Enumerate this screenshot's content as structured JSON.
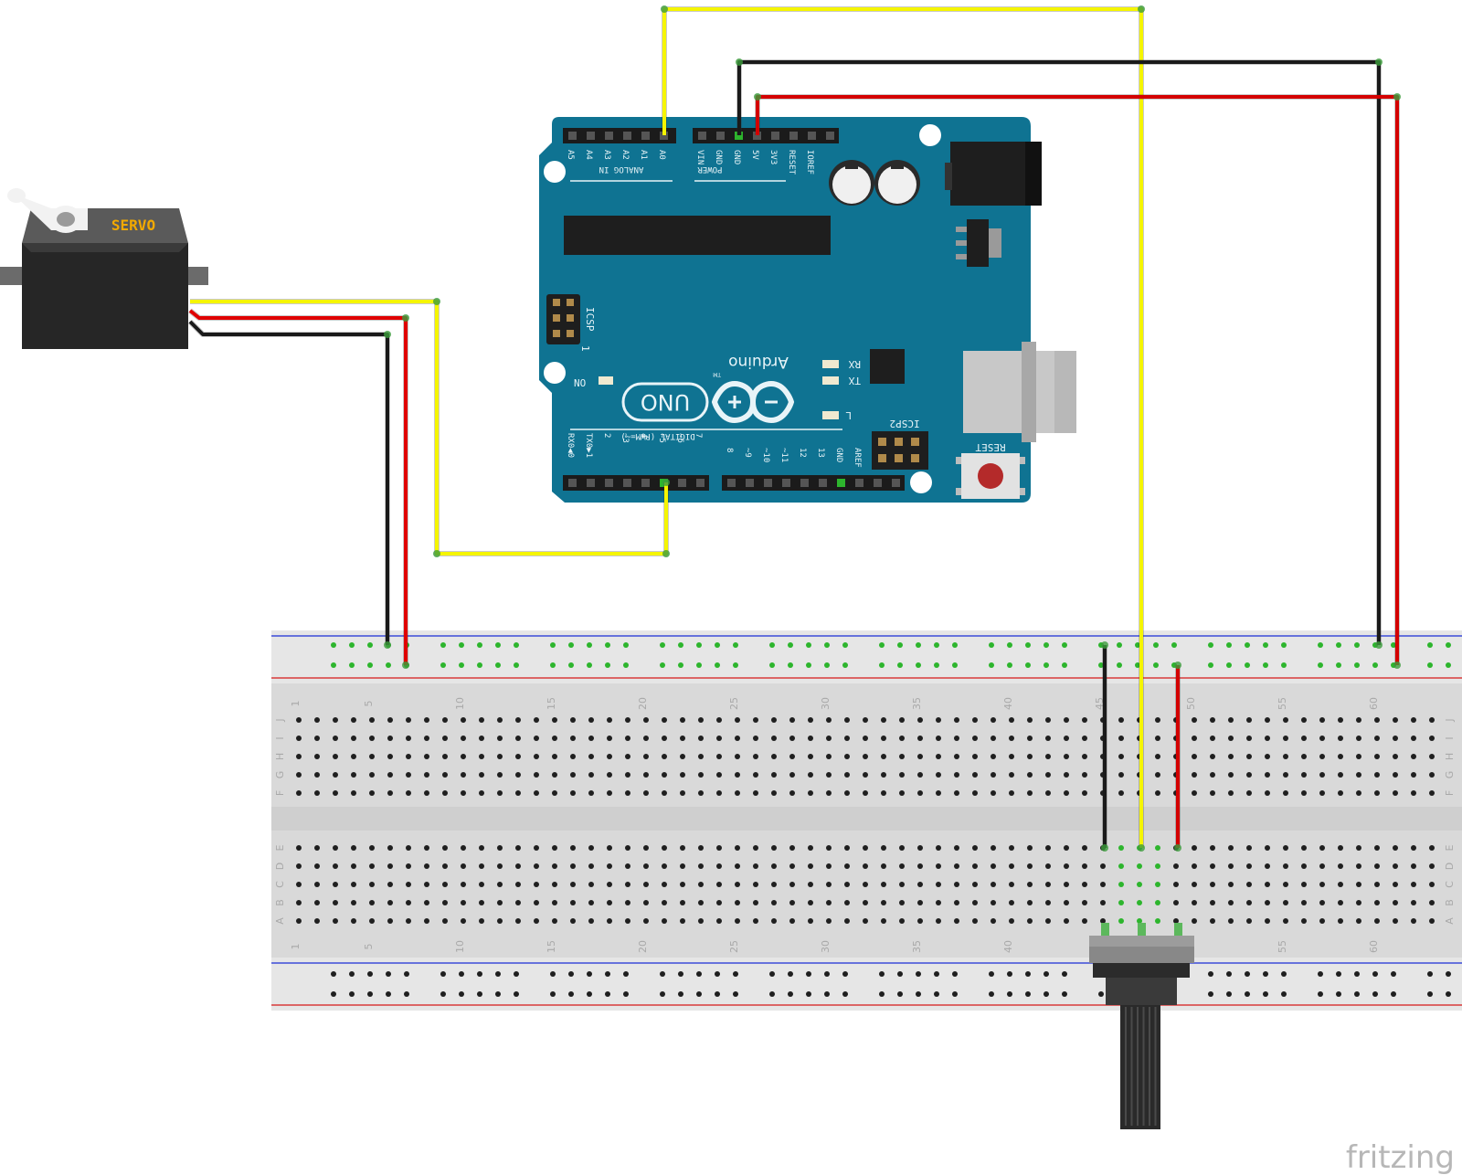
{
  "servo": {
    "label": "SERVO"
  },
  "arduino": {
    "analog_header": "ANALOG IN",
    "analog_pins": [
      "A5",
      "A4",
      "A3",
      "A2",
      "A1",
      "A0"
    ],
    "power_header": "POWER",
    "power_pins": [
      "VIN",
      "GND",
      "GND",
      "5V",
      "3V3",
      "RESET",
      "IOREF"
    ],
    "icsp_label": "ICSP",
    "icsp_num": "1",
    "brand": "Arduino",
    "tm": "TM",
    "uno": "UNO",
    "on_label": "ON",
    "rx_label": "RX",
    "tx_label": "TX",
    "l_label": "L",
    "digital_header": "DIGITAL (PWM=~)",
    "digital_pins_left": [
      "RX0◀0",
      "TX0▶1",
      "2",
      "~3",
      "4",
      "~5",
      "~6",
      "7"
    ],
    "digital_pins_right": [
      "8",
      "~9",
      "~10",
      "~11",
      "12",
      "13",
      "GND",
      "AREF"
    ],
    "icsp2_label": "ICSP2",
    "reset_label": "RESET"
  },
  "breadboard": {
    "column_numbers": [
      "1",
      "5",
      "10",
      "15",
      "20",
      "25",
      "30",
      "35",
      "40",
      "45",
      "50",
      "55",
      "60"
    ],
    "row_letters_top": [
      "J",
      "I",
      "H",
      "G",
      "F"
    ],
    "row_letters_bottom": [
      "E",
      "D",
      "C",
      "B",
      "A"
    ]
  },
  "wires": [
    {
      "name": "wire-a0-to-pot-wiper",
      "color": "#f5f500"
    },
    {
      "name": "wire-gnd-to-rail",
      "color": "#1a1a1a"
    },
    {
      "name": "wire-5v-to-rail",
      "color": "#d40000"
    },
    {
      "name": "wire-servo-signal-to-pin5",
      "color": "#f5f500"
    },
    {
      "name": "wire-servo-power-to-rail",
      "color": "#e00000"
    },
    {
      "name": "wire-servo-ground-to-rail",
      "color": "#1a1a1a"
    },
    {
      "name": "wire-pot-ground",
      "color": "#1a1a1a"
    },
    {
      "name": "wire-pot-power",
      "color": "#d40000"
    }
  ],
  "colors": {
    "board": "#0f7392",
    "board_text": "#e8f4f8",
    "breadboard": "#dcdcdc",
    "rail_blue": "#3b4bd8",
    "rail_red": "#d83a3a",
    "hole_active": "#2db52d"
  },
  "watermark": "fritzing"
}
